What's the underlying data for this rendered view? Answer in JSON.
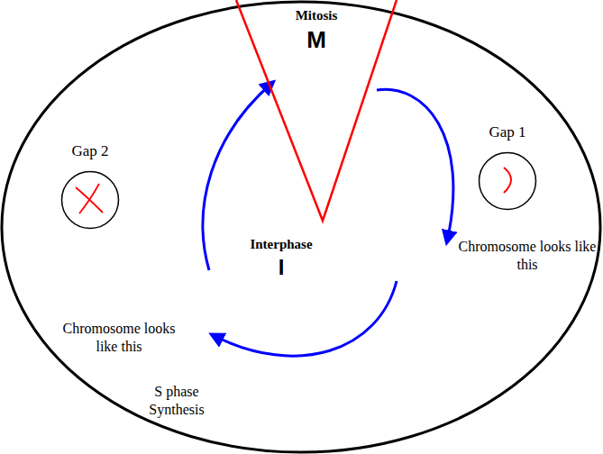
{
  "diagram": {
    "nodes": [
      {
        "text": [
          "Mitosis",
          "M"
        ]
      },
      {
        "text": [
          "Gap 1",
          "Chromosome looks like this"
        ]
      },
      {
        "text": [
          "Gap 2",
          "Chromosome looks like this"
        ]
      }
    ],
    "labels": [
      "Interphase",
      "I",
      "S phase Synthesis"
    ]
  }
}
